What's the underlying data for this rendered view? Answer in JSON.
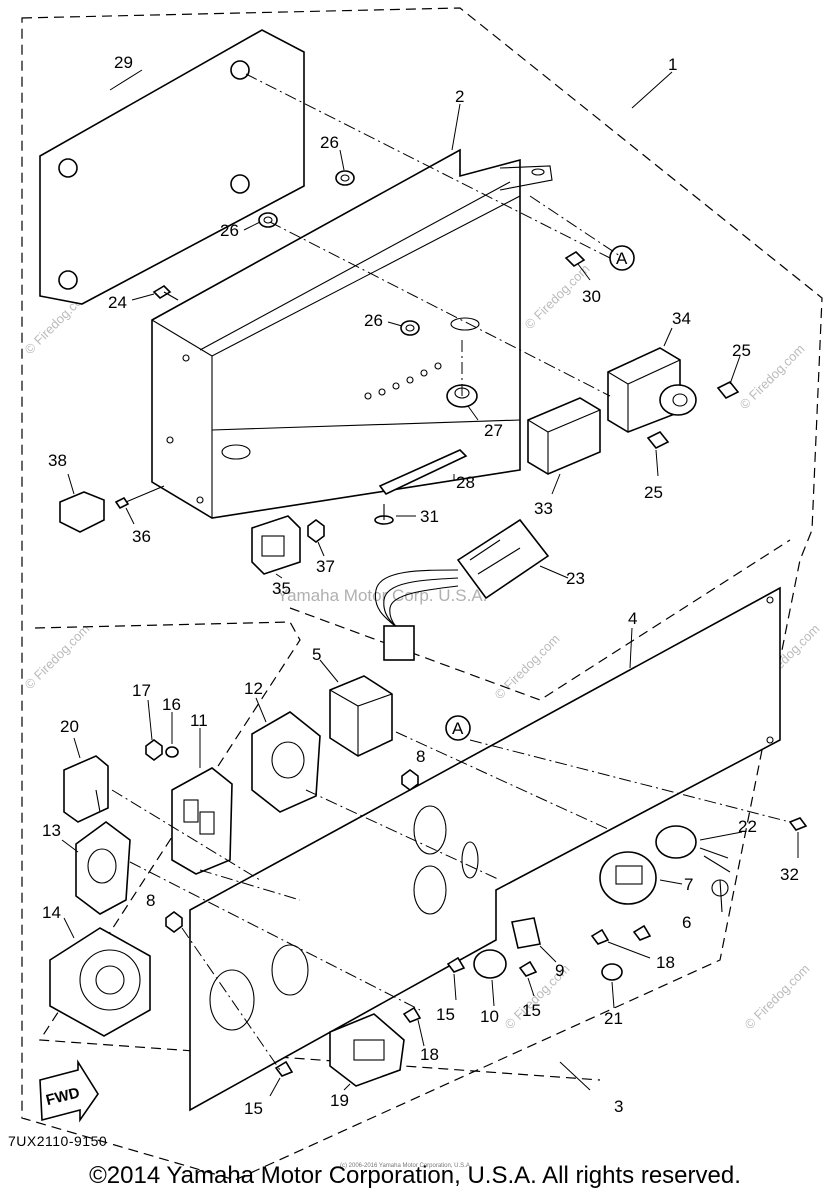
{
  "diagram": {
    "code": "7UX2110-9150",
    "copyright": "©2014 Yamaha Motor Corporation, U.S.A. All rights reserved.",
    "tiny_credit": "(c) 2006-2016 Yamaha Motor Corporation, U.S.A.",
    "fwd_label": "FWD",
    "ref_marker": "A",
    "center_watermark": "Yamaha Motor Corp. U.S.A.",
    "watermark": "© Firedog.com",
    "callouts": [
      "1",
      "2",
      "3",
      "4",
      "5",
      "6",
      "7",
      "8",
      "9",
      "10",
      "11",
      "12",
      "13",
      "14",
      "15",
      "16",
      "17",
      "18",
      "19",
      "20",
      "21",
      "22",
      "23",
      "24",
      "25",
      "26",
      "27",
      "28",
      "29",
      "30",
      "31",
      "32",
      "33",
      "34",
      "35",
      "36",
      "37",
      "38"
    ]
  }
}
